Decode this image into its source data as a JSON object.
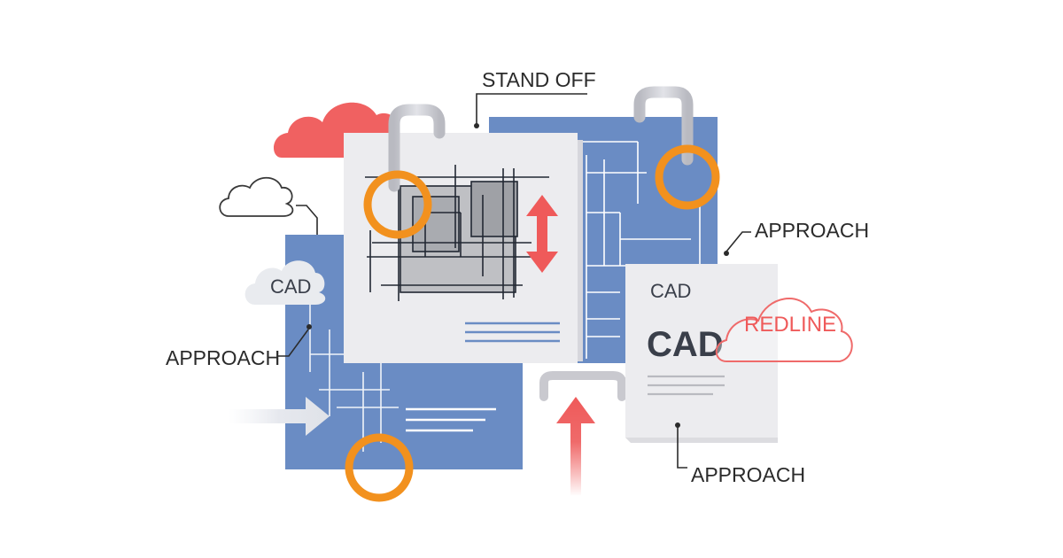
{
  "labels": {
    "stand_off": "STAND OFF",
    "approach_right": "APPROACH",
    "approach_left": "APPROACH",
    "approach_bottom": "APPROACH"
  },
  "clouds": {
    "cad_cloud": "CAD",
    "redline_cloud": "REDLINE"
  },
  "document": {
    "cad_small": "CAD",
    "cad_big": "CAD"
  },
  "colors": {
    "panel_blue": "#6a8cc4",
    "sheet_gray": "#ececef",
    "ring_orange": "#f2911e",
    "accent_red": "#ef5a5a",
    "hook_gray": "#c9c9cf"
  }
}
